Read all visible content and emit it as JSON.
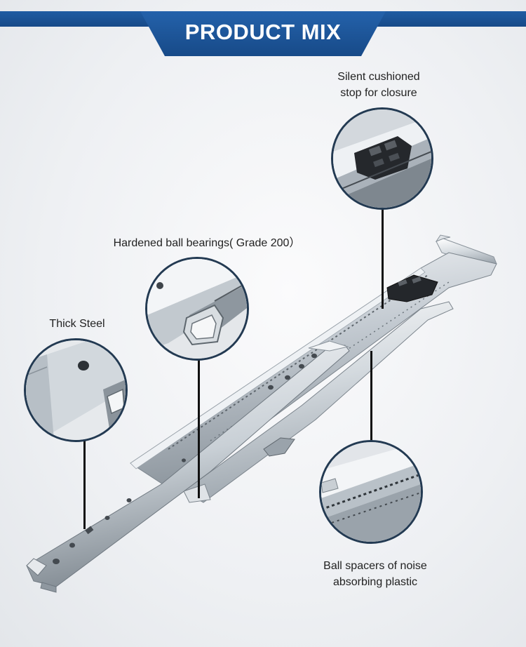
{
  "header": {
    "title": "PRODUCT MIX",
    "color": "#1f5ca3"
  },
  "callouts": [
    {
      "id": "closure",
      "line1": "Silent cushioned",
      "line2": "stop for closure"
    },
    {
      "id": "bearings",
      "line1": "Hardened ball bearings( Grade 200）"
    },
    {
      "id": "steel",
      "line1": "Thick Steel"
    },
    {
      "id": "spacers",
      "line1": "Ball spacers of noise",
      "line2": "absorbing plastic"
    }
  ],
  "colors": {
    "steel_light": "#eef1f4",
    "steel_mid": "#b9c0c8",
    "steel_dark": "#6f7880",
    "circle_border": "#233a52",
    "leader": "#111111",
    "plastic": "#222428"
  }
}
